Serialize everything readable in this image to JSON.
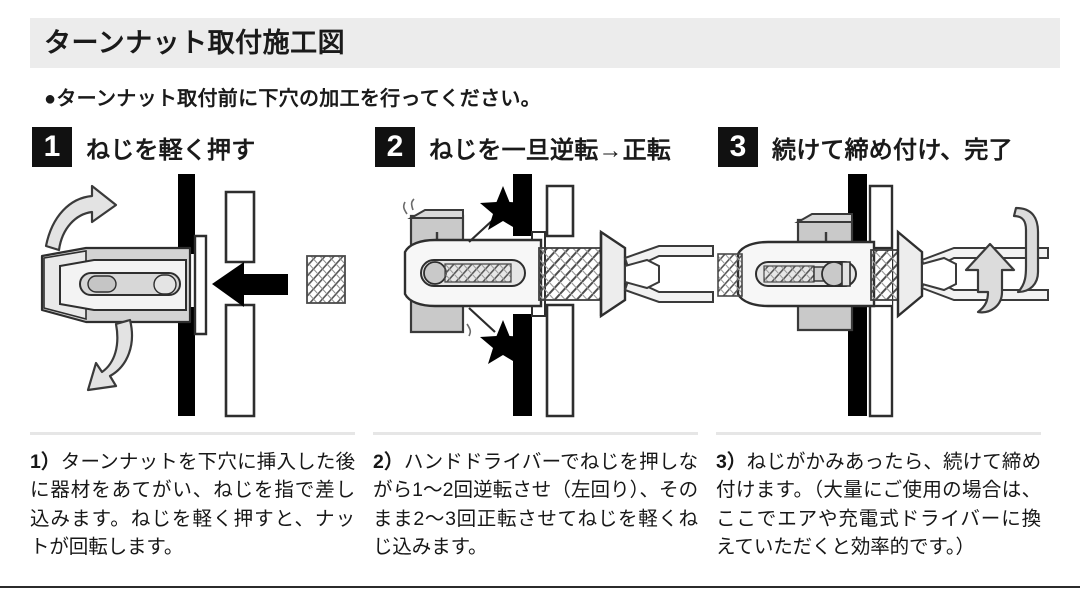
{
  "figure": {
    "title": "ターンナット取付施工図",
    "lead_note": "●ターンナット取付前に下穴の加工を行ってください。"
  },
  "steps": [
    {
      "number": "1",
      "title": "ねじを軽く押す",
      "caption_lead": "1）",
      "caption": "ターンナットを下穴に挿入した後に器材をあてがい、ねじを指で差し込みます。ねじを軽く押すと、ナットが回転します。",
      "illustration": "turn-nut-inserted-into-pilot-hole-with-rotation-arrows"
    },
    {
      "number": "2",
      "title": "ねじを一旦逆転→正転",
      "caption_lead": "2）",
      "caption": "ハンドドライバーでねじを押しながら1〜2回逆転させ（左回り）、そのまま2〜3回正転させてねじを軽くねじ込みます。",
      "illustration": "nut-folded-behind-panel-with-star-markers-and-driver-bit"
    },
    {
      "number": "3",
      "title": "続けて締め付け、完了",
      "caption_lead": "3）",
      "caption": "ねじがかみあったら、続けて締め付けます。（大量にご使用の場合は、ここでエアや充電式ドライバーに換えていただくと効率的です。）",
      "illustration": "fully-tightened-assembly-with-tightening-rotation-arrow"
    }
  ],
  "colors": {
    "title_band": "#ececec",
    "badge_background": "#111111",
    "badge_text": "#ffffff",
    "text": "#1a1a1a",
    "panel_black": "#000000",
    "metal_gray": "#c9c9c9",
    "metal_light": "#e8e8e8",
    "outline": "#3a3a3a",
    "divider": "#e6e6e6",
    "bottom_rule": "#2b2b2b"
  }
}
